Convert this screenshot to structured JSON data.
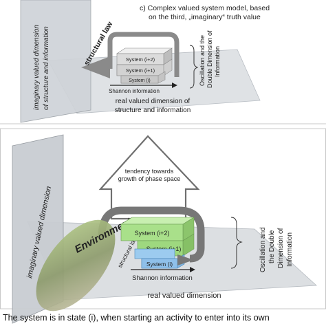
{
  "top_panel": {
    "title_line1": "c) Complex valued system model, based",
    "title_line2": "on the third, „imaginary“ truth value",
    "imag_axis_line1": "imaginary valued dimension",
    "imag_axis_line2": "of structure and information",
    "real_axis_line1": "real valued dimension of",
    "real_axis_line2": "structure and information",
    "structural_law": "structural law",
    "system_top": "System (i+2)",
    "system_mid": "System (i+1)",
    "system_low": "System (i)",
    "shannon": "Shannon information",
    "oscillation_line1": "Oscillation and the",
    "oscillation_line2": "Double Dimension of",
    "oscillation_line3": "Information"
  },
  "bottom_panel": {
    "tendency_line1": "tendency towards",
    "tendency_line2": "growth of phase space",
    "imag_axis": "imaginary valued dimension",
    "real_axis": "real valued dimension",
    "environment": "Environment",
    "structural_law": "structural law",
    "system_top": "System (i+2)",
    "system_mid": "System (i+1)",
    "system_low": "System (i)",
    "shannon": "Shannon information",
    "oscillation_line1": "Oscillation and",
    "oscillation_line2": "the Double",
    "oscillation_line3": "Dimension of",
    "oscillation_line4": "Information"
  },
  "caption": "The system is in state (i), when starting an activity to enter into its own",
  "colors": {
    "plane": "#d3d6da",
    "plane_edge": "#9aa0a6",
    "loop": "#7b7b7b",
    "box_grey": "#d9d9d9",
    "box_green": "#a9e08a",
    "box_blue": "#8fc0ea",
    "divider": "#bfbfbf"
  }
}
